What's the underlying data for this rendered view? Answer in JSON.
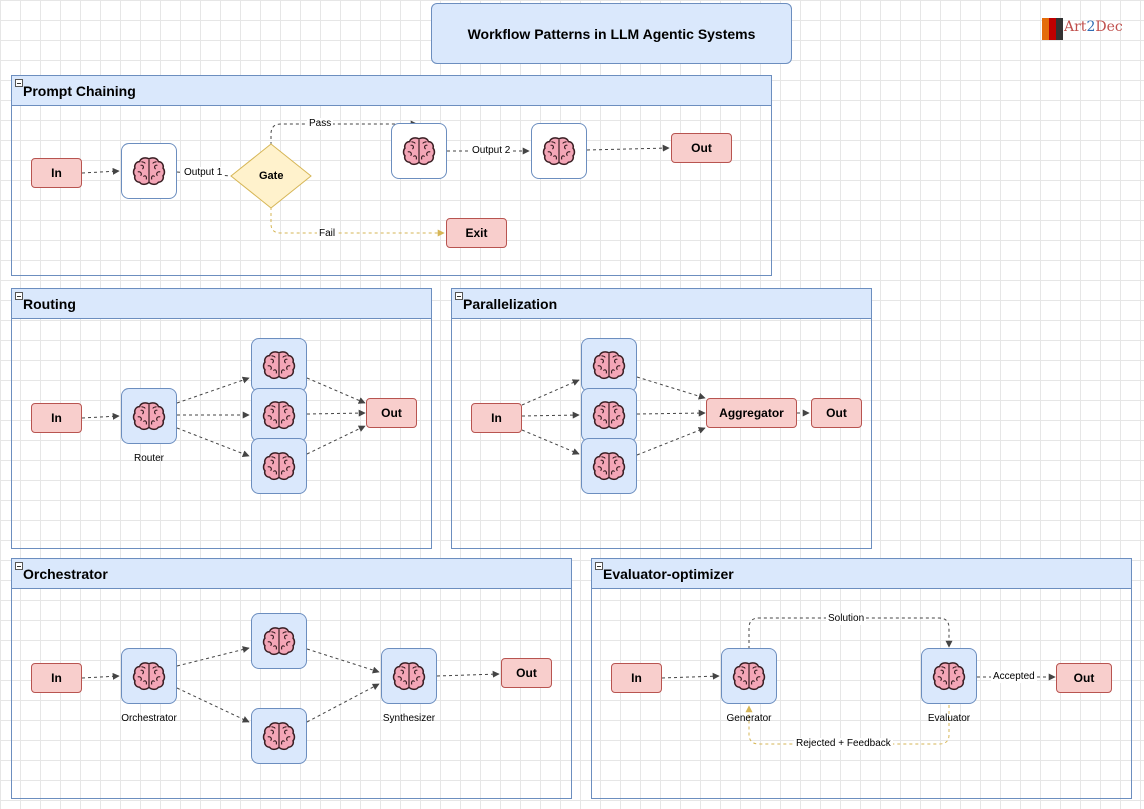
{
  "title": "Workflow Patterns in LLM Agentic Systems",
  "logo": {
    "part1": "Art",
    "part2": "2",
    "part3": "Dec"
  },
  "icons": {
    "model": "brain-icon"
  },
  "colors": {
    "panel_header": "#dae8fc",
    "panel_border": "#6c8ebf",
    "io_node_fill": "#f8cecc",
    "io_node_border": "#b85450",
    "gate_fill": "#fff2cc",
    "gate_border": "#d6b656"
  },
  "prompt_chaining": {
    "title": "Prompt Chaining",
    "in": "In",
    "gate": "Gate",
    "out": "Out",
    "exit": "Exit",
    "output1": "Output 1",
    "output2": "Output 2",
    "pass": "Pass",
    "fail": "Fail"
  },
  "routing": {
    "title": "Routing",
    "in": "In",
    "out": "Out",
    "router": "Router"
  },
  "parallelization": {
    "title": "Parallelization",
    "in": "In",
    "aggregator": "Aggregator",
    "out": "Out"
  },
  "orchestrator": {
    "title": "Orchestrator",
    "in": "In",
    "out": "Out",
    "orchestrator": "Orchestrator",
    "synthesizer": "Synthesizer"
  },
  "evaluator_optimizer": {
    "title": "Evaluator-optimizer",
    "in": "In",
    "out": "Out",
    "generator": "Generator",
    "evaluator": "Evaluator",
    "solution": "Solution",
    "accepted": "Accepted",
    "rejected": "Rejected + Feedback"
  }
}
